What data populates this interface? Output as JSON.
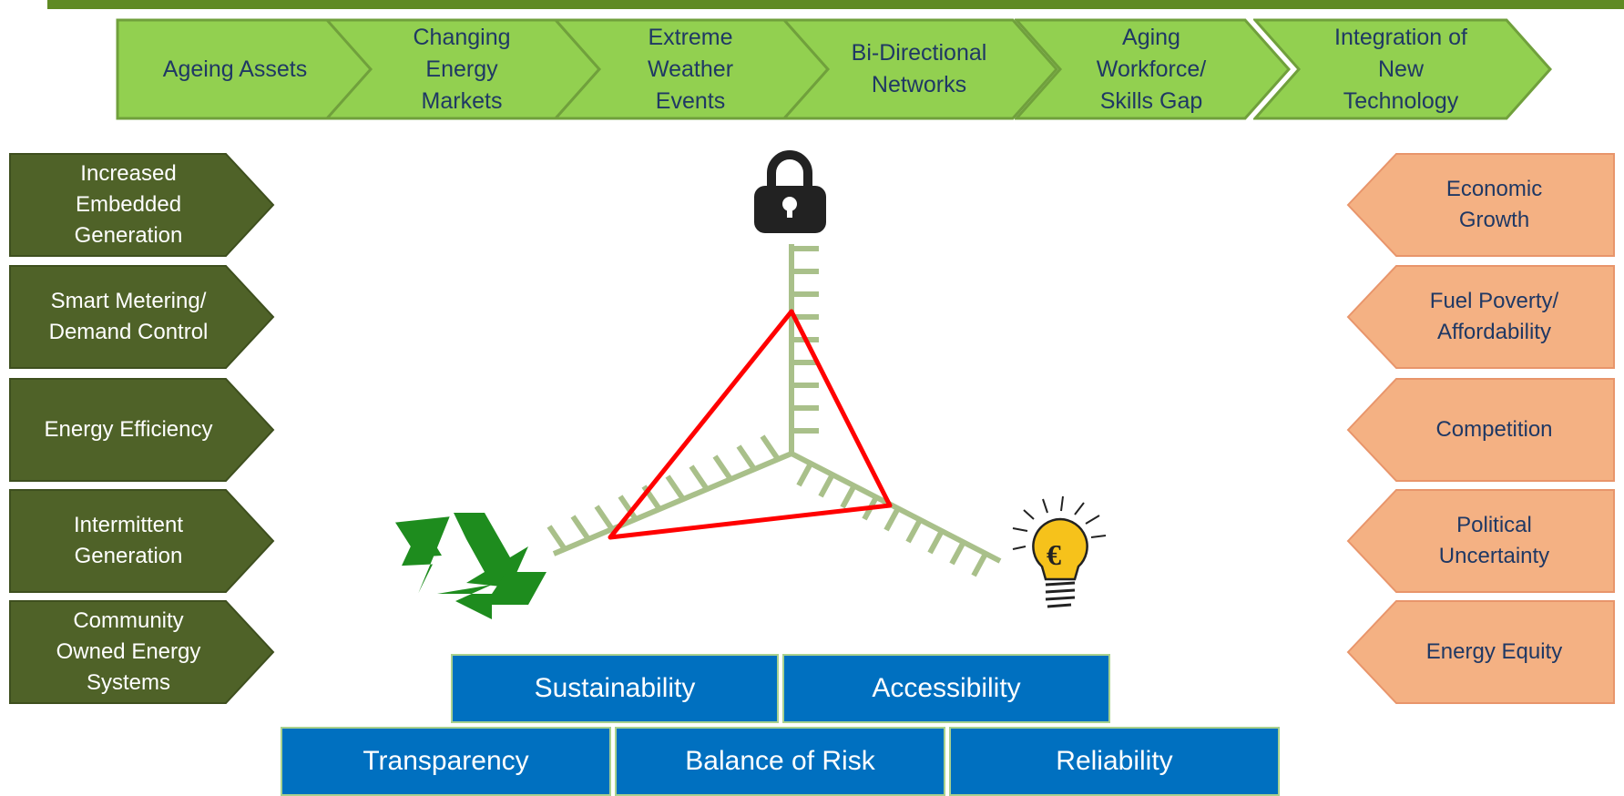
{
  "drivers": [
    {
      "label": "Ageing Assets"
    },
    {
      "label": "Changing\nEnergy\nMarkets"
    },
    {
      "label": "Extreme\nWeather\nEvents"
    },
    {
      "label": "Bi-Directional\nNetworks"
    },
    {
      "label": "Aging\nWorkforce/\nSkills Gap"
    },
    {
      "label": "Integration of\nNew\nTechnology"
    }
  ],
  "left_factors": [
    {
      "label": "Increased\nEmbedded\nGeneration"
    },
    {
      "label": "Smart Metering/\nDemand Control"
    },
    {
      "label": "Energy Efficiency"
    },
    {
      "label": "Intermittent\nGeneration"
    },
    {
      "label": "Community\nOwned Energy\nSystems"
    }
  ],
  "right_factors": [
    {
      "label": "Economic\nGrowth"
    },
    {
      "label": "Fuel Poverty/\nAffordability"
    },
    {
      "label": "Competition"
    },
    {
      "label": "Political\nUncertainty"
    },
    {
      "label": "Energy Equity"
    }
  ],
  "pillars_top": [
    "Sustainability",
    "Accessibility"
  ],
  "pillars_bottom": [
    "Transparency",
    "Balance of Risk",
    "Reliability"
  ],
  "icons": {
    "security": "padlock-icon",
    "sustainability": "recycle-icon",
    "affordability": "euro-lightbulb-icon",
    "euro_symbol": "€"
  },
  "colors": {
    "top_bar": "#5f8a23",
    "driver_fill": "#92d050",
    "driver_stroke": "#70a03c",
    "left_fill": "#4f6228",
    "right_fill": "#f4b183",
    "right_stroke": "#e8956b",
    "pillar_fill": "#0070c0",
    "triangle": "#ff0000",
    "axis": "#a9c08a",
    "recycle": "#1e8c1e"
  }
}
